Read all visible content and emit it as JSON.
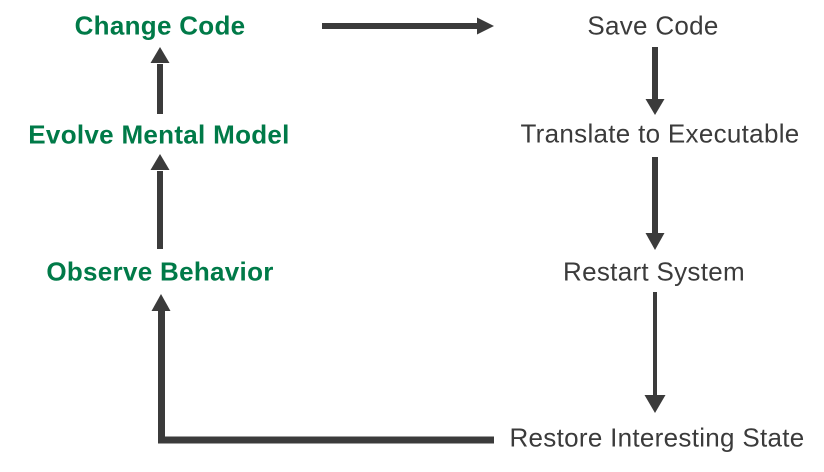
{
  "colors": {
    "green_text": "#007A48",
    "dark_text": "#3B3B3B",
    "arrow": "#3B3B3B",
    "background": "#FFFFFF"
  },
  "diagram": {
    "left_nodes": [
      {
        "label": "Change Code"
      },
      {
        "label": "Evolve Mental Model"
      },
      {
        "label": "Observe Behavior"
      }
    ],
    "right_nodes": [
      {
        "label": "Save Code"
      },
      {
        "label": "Translate to Executable"
      },
      {
        "label": "Restart System"
      },
      {
        "label": "Restore Interesting State"
      }
    ],
    "arrows": [
      {
        "from": "Change Code",
        "to": "Save Code"
      },
      {
        "from": "Save Code",
        "to": "Translate to Executable"
      },
      {
        "from": "Translate to Executable",
        "to": "Restart System"
      },
      {
        "from": "Restart System",
        "to": "Restore Interesting State"
      },
      {
        "from": "Restore Interesting State",
        "to": "Observe Behavior"
      },
      {
        "from": "Observe Behavior",
        "to": "Evolve Mental Model"
      },
      {
        "from": "Evolve Mental Model",
        "to": "Change Code"
      }
    ]
  }
}
